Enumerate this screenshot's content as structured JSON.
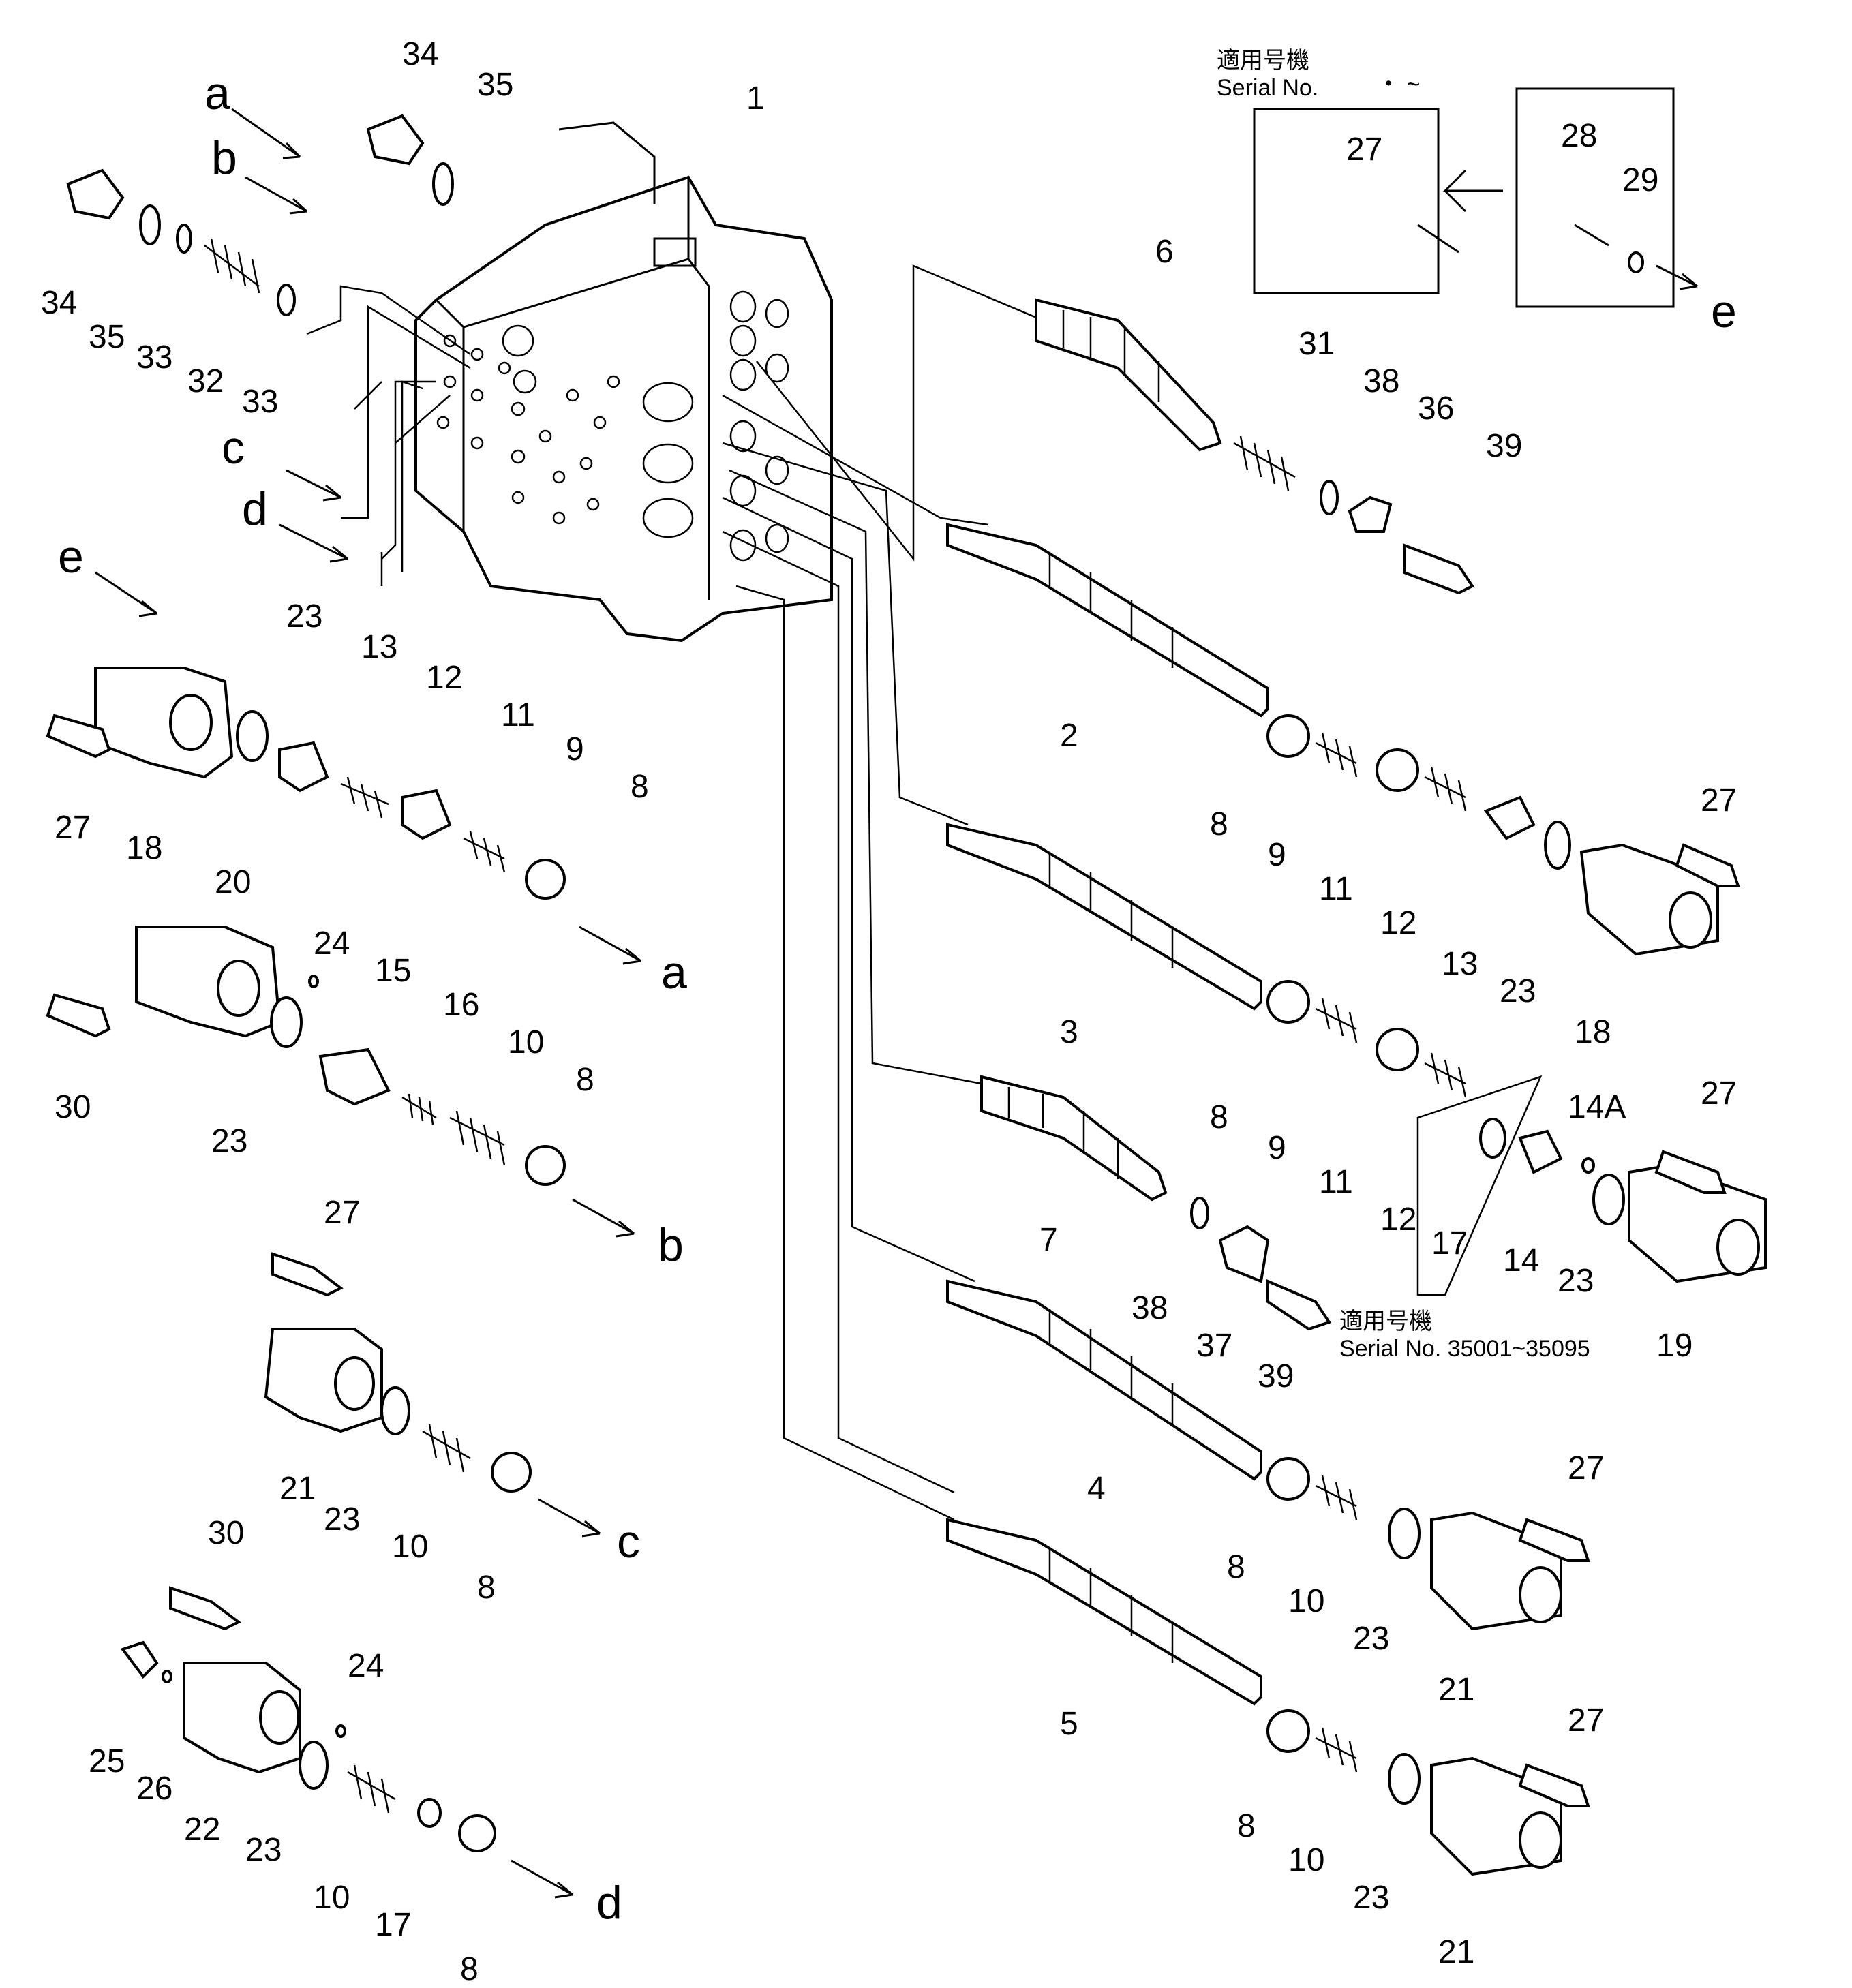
{
  "diagram": {
    "callouts": {
      "p1": "1",
      "p2": "2",
      "p3": "3",
      "p4": "4",
      "p5": "5",
      "p6": "6",
      "p7": "7",
      "p8": "8",
      "p9": "9",
      "p10": "10",
      "p11": "11",
      "p12": "12",
      "p13": "13",
      "p14": "14",
      "p14a": "14A",
      "p15": "15",
      "p16": "16",
      "p17": "17",
      "p18": "18",
      "p19": "19",
      "p20": "20",
      "p21": "21",
      "p22": "22",
      "p23": "23",
      "p24": "24",
      "p25": "25",
      "p26": "26",
      "p27": "27",
      "p28": "28",
      "p29": "29",
      "p30": "30",
      "p31": "31",
      "p32": "32",
      "p33": "33",
      "p34": "34",
      "p35": "35",
      "p36": "36",
      "p37": "37",
      "p38": "38",
      "p39": "39"
    },
    "flow_letters": {
      "a": "a",
      "b": "b",
      "c": "c",
      "d": "d",
      "e": "e"
    },
    "serial_note_top": {
      "jp": "適用号機",
      "en": "Serial No.",
      "range": "・ ~"
    },
    "serial_note_mid": {
      "jp": "適用号機",
      "en": "Serial No. 35001~35095"
    }
  }
}
